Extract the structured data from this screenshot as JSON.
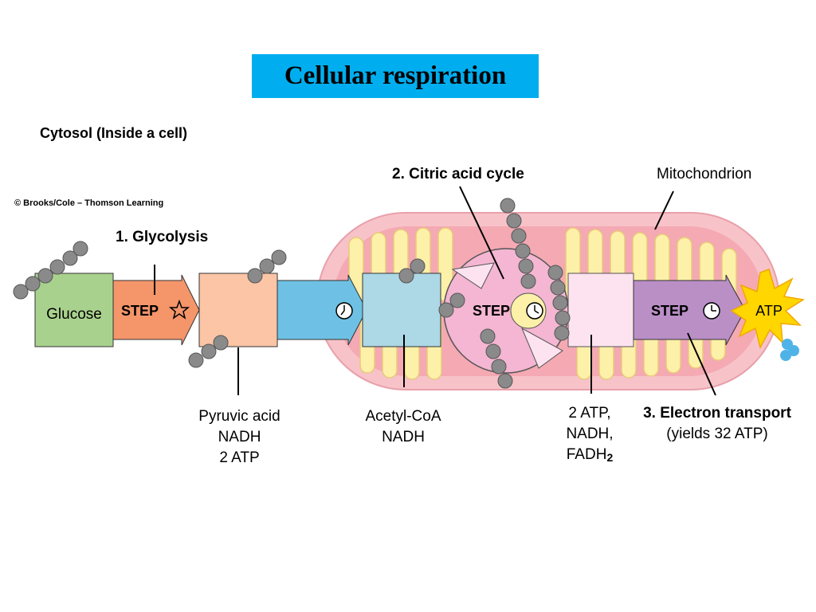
{
  "title": "Cellular respiration",
  "cytosol_label": "Cytosol (Inside a cell)",
  "copyright": "© Brooks/Cole – Thomson Learning",
  "mitochondrion_label": "Mitochondrion",
  "steps": {
    "glycolysis": "1. Glycolysis",
    "citric": "2. Citric acid cycle",
    "electron_title": "3. Electron transport",
    "electron_sub": "(yields 32 ATP)"
  },
  "boxes": {
    "glucose": "Glucose",
    "atp": "ATP"
  },
  "step_labels": {
    "s1": "STEP",
    "s2": "STEP",
    "s3": "STEP"
  },
  "products": {
    "pyruvic": [
      "Pyruvic acid",
      "NADH",
      "2 ATP"
    ],
    "acetyl": [
      "Acetyl-CoA",
      "NADH"
    ],
    "citric": [
      "2 ATP,",
      "NADH,",
      "FADH",
      "2"
    ]
  },
  "colors": {
    "title_bg": "#00aeef",
    "glucose": "#a9d18e",
    "glycolysis_arrow": "#f4956a",
    "pyruvate": "#fbc5a6",
    "blue_arrow": "#6ec1e4",
    "acetyl": "#add8e6",
    "citric": "#f4b6d2",
    "nadh_box": "#fde3ef",
    "electron_arrow": "#b98fc6",
    "mito_outer": "#f7c3c9",
    "mito_inner": "#fdf0a8",
    "atp_burst": "#ffd600"
  }
}
